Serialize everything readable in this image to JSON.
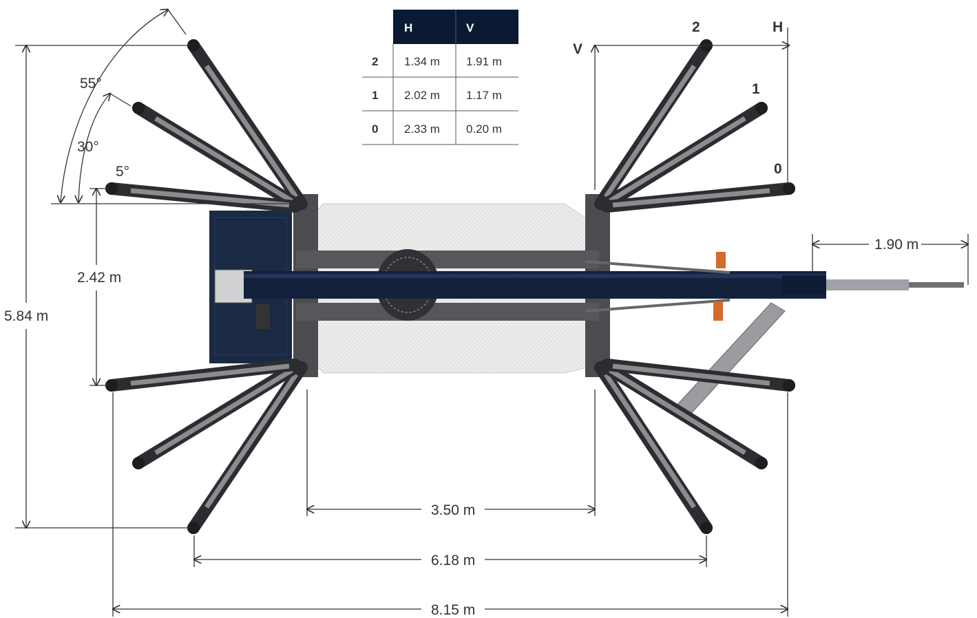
{
  "table": {
    "headers": [
      "",
      "H",
      "V"
    ],
    "rows": [
      {
        "level": "2",
        "h": "1.34 m",
        "v": "1.91 m"
      },
      {
        "level": "1",
        "h": "2.02 m",
        "v": "1.17 m"
      },
      {
        "level": "0",
        "h": "2.33 m",
        "v": "0.20 m"
      }
    ]
  },
  "angles": {
    "a55": "55°",
    "a30": "30°",
    "a5": "5°"
  },
  "dimensions": {
    "height_total": "5.84 m",
    "inner_height": "2.42 m",
    "inner_width": "3.50 m",
    "mid_width": "6.18 m",
    "total_width": "8.15 m",
    "boom_ext": "1.90 m"
  },
  "axis_labels": {
    "v": "V",
    "h": "H",
    "lvl2": "2",
    "lvl1": "1",
    "lvl0": "0"
  },
  "colors": {
    "navy": "#0f1f3a",
    "header": "#0a1a35",
    "leg": "#2b2d31",
    "leg_inner": "#8a8c8f",
    "platform": "#e9eaeb"
  }
}
